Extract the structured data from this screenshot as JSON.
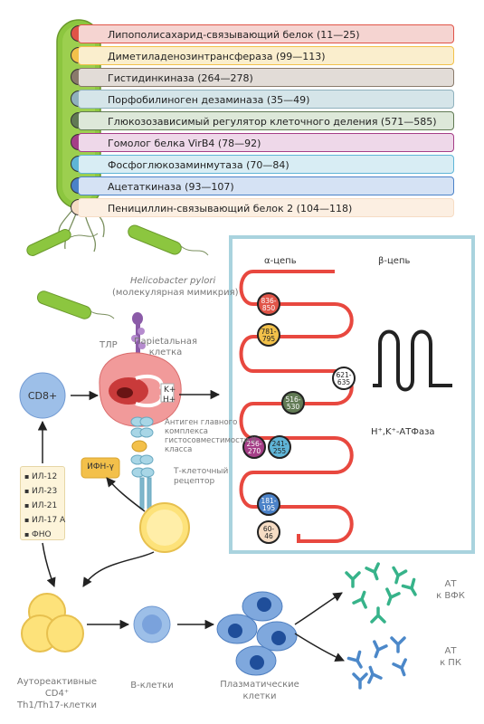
{
  "proteins": [
    {
      "label": "Липополисахарид-связывающий белок (11—25)",
      "bg": "#f5d4d1",
      "dot": "#e05448"
    },
    {
      "label": "Диметиладенозинтрансфераза (99—113)",
      "bg": "#faeecd",
      "dot": "#f2c14a"
    },
    {
      "label": "Гистидинкиназа (264—278)",
      "bg": "#e2dcd7",
      "dot": "#8a7a6b"
    },
    {
      "label": "Порфобилиноген дезаминаза (35—49)",
      "bg": "#d5e5e9",
      "dot": "#8fb1bd"
    },
    {
      "label": "Глюкозозависимый регулятор клеточного деления (571—585)",
      "bg": "#dde8d9",
      "dot": "#617a54"
    },
    {
      "label": "Гомолог белка VirB4 (78—92)",
      "bg": "#eed8e9",
      "dot": "#a53e87"
    },
    {
      "label": "Фосфоглюкозаминмутаза (70—84)",
      "bg": "#d8edf4",
      "dot": "#5fb5d7"
    },
    {
      "label": "Ацетаткиназа (93—107)",
      "bg": "#d5e2f4",
      "dot": "#4b82c8"
    },
    {
      "label": "Пенициллин-связывающий белок 2 (104—118)",
      "bg": "#fcefe2",
      "dot": "#f6dcc4"
    }
  ],
  "labels": {
    "hpylori": "Helicobacter pylori",
    "mimicry": "(молекулярная мимикрия)",
    "tlr": "ТЛР",
    "parietal_cell": "Парietальная клетка",
    "k_plus": "K+",
    "h_plus": "H+",
    "cd8": "CD8+",
    "ifn": "ИФН-γ",
    "mhc": "Антиген главного комплекса гистосовместимости II класса",
    "tcr": "Т-клеточный рецептор",
    "alpha_chain": "α-цепь",
    "beta_chain": "β-цепь",
    "atpase": "H⁺,K⁺-АТФаза",
    "autoreactive_line1": "Аутореактивные",
    "autoreactive_line2": "CD4⁺",
    "autoreactive_line3": "Th1/Th17-клетки",
    "b_cells": "В-клетки",
    "plasma_line1": "Плазматические",
    "plasma_line2": "клетки",
    "ab_vfk_line1": "АТ",
    "ab_vfk_line2": "к ВФК",
    "ab_pk_line1": "АТ",
    "ab_pk_line2": "к ПК"
  },
  "cytokines": [
    "ИЛ-12",
    "ИЛ-23",
    "ИЛ-21",
    "ИЛ-17 А",
    "ФНО"
  ],
  "residues": [
    {
      "text": "836-\n850",
      "color": "#e05448"
    },
    {
      "text": "781-\n795",
      "color": "#f2c14a"
    },
    {
      "text": "621-\n635",
      "color": "#ffffff"
    },
    {
      "text": "516-\n530",
      "color": "#617a54"
    },
    {
      "text": "256-\n270",
      "color": "#a53e87"
    },
    {
      "text": "241-\n255",
      "color": "#5fb5d7"
    },
    {
      "text": "181-\n195",
      "color": "#4b82c8"
    },
    {
      "text": "60-\n46",
      "color": "#f6dcc4"
    }
  ],
  "colors": {
    "bacterium": "#8cc63f",
    "loop": "#e8483f",
    "panel_border": "#a9d3de",
    "arrow": "#222222",
    "cell_blue": "#7fa8dd",
    "cell_yellow": "#fde27a",
    "antibody_green": "#37b38a",
    "antibody_blue": "#4c88c9"
  }
}
